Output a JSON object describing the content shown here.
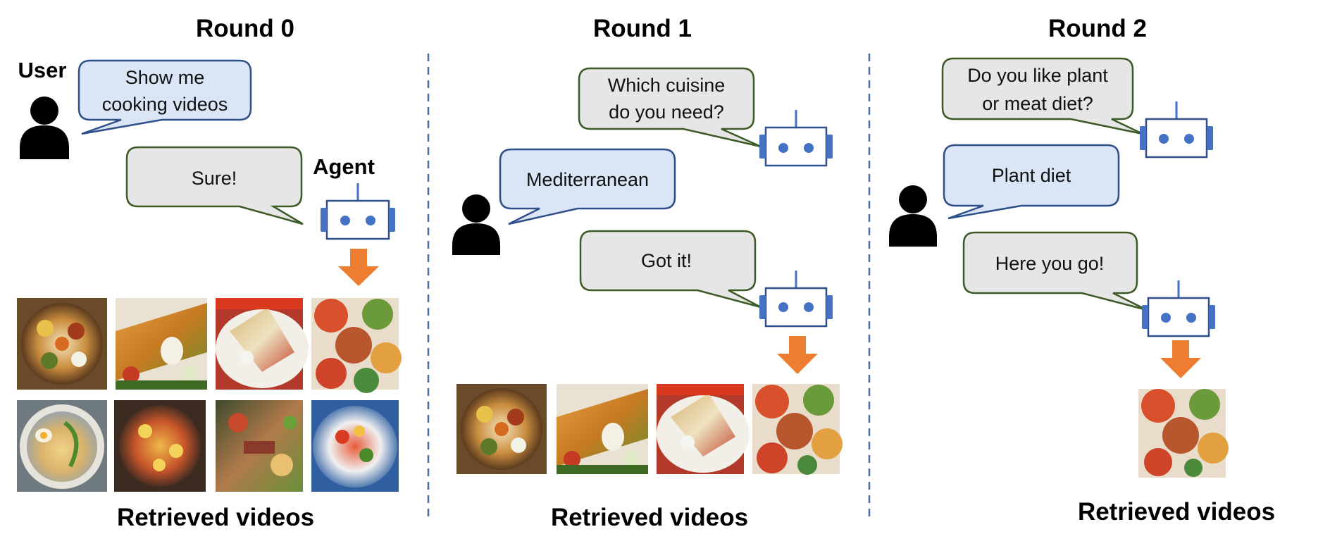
{
  "rounds": [
    {
      "title": "Round 0",
      "user_label": "User",
      "agent_label": "Agent",
      "user_message": [
        "Show me",
        "cooking videos"
      ],
      "agent_message": [
        "Sure!"
      ],
      "caption": "Retrieved videos",
      "retrieved_count": 8
    },
    {
      "title": "Round 1",
      "agent_question": [
        "Which cuisine",
        "do you need?"
      ],
      "user_message": [
        "Mediterranean"
      ],
      "agent_message": [
        "Got it!"
      ],
      "caption": "Retrieved videos",
      "retrieved_count": 4
    },
    {
      "title": "Round 2",
      "agent_question": [
        "Do you like plant",
        "or meat diet?"
      ],
      "user_message": [
        "Plant diet"
      ],
      "agent_message": [
        "Here you go!"
      ],
      "caption": "Retrieved videos",
      "retrieved_count": 1
    }
  ],
  "colors": {
    "user_bubble_fill": "#dae5f5",
    "user_bubble_stroke": "#2f4f8a",
    "agent_bubble_fill": "#e7e6e6",
    "agent_bubble_stroke": "#3c5a25",
    "robot_blue": "#4472c4",
    "arrow_orange": "#ed7d31",
    "divider": "#4a6fa5"
  }
}
